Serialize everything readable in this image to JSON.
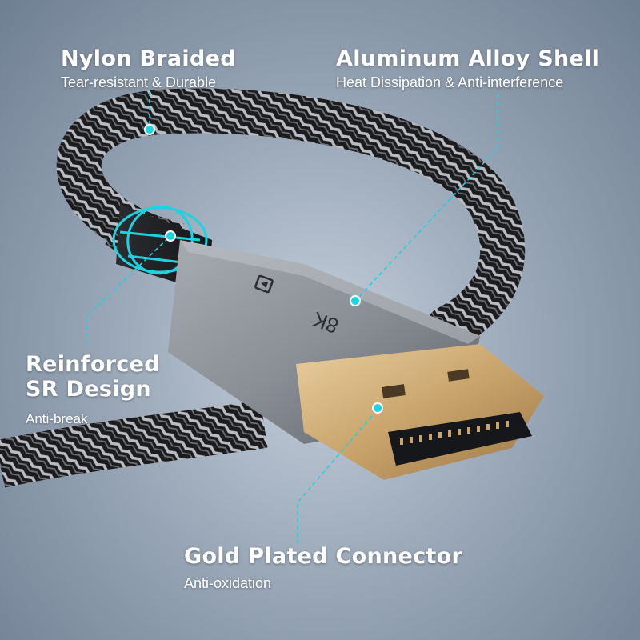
{
  "features": [
    {
      "title": "Nylon Braided",
      "subtitle": "Tear-resistant & Durable"
    },
    {
      "title": "Aluminum Alloy Shell",
      "subtitle": "Heat Dissipation & Anti-interference"
    },
    {
      "title": "Reinforced\nSR Design",
      "subtitle": "Anti-break"
    },
    {
      "title": "Gold Plated Connector",
      "subtitle": "Anti-oxidation"
    }
  ],
  "connector_marking": "8K",
  "colors": {
    "accent": "#1fd2e0",
    "braid_dark": "#1c1c1e",
    "braid_light": "#b9bcc2",
    "shell": "#8d9096",
    "gold": "#c9a46c",
    "background": "#9aa8b8"
  },
  "icons": [
    "displayport-logo-icon"
  ]
}
